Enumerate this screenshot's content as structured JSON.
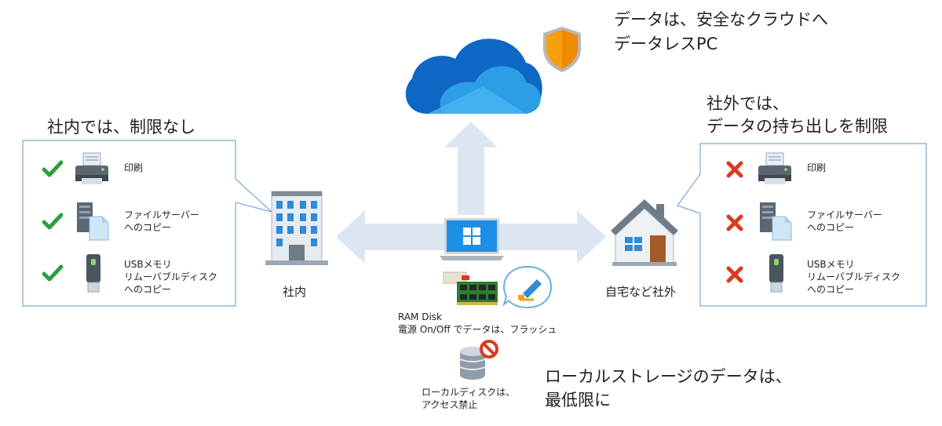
{
  "cloud": {
    "title_line1": "データは、安全なクラウドへ",
    "title_line2": "データレスPC"
  },
  "left_panel": {
    "heading": "社内では、制限なし",
    "items": [
      {
        "icon": "printer-icon",
        "status": "check-icon",
        "lines": [
          "印刷"
        ]
      },
      {
        "icon": "file-server-icon",
        "status": "check-icon",
        "lines": [
          "ファイルサーバー",
          "へのコピー"
        ]
      },
      {
        "icon": "usb-drive-icon",
        "status": "check-icon",
        "lines": [
          "USBメモリ",
          "リムーバブルディスク",
          "へのコピー"
        ]
      }
    ]
  },
  "right_panel": {
    "heading_line1": "社外では、",
    "heading_line2": "データの持ち出しを制限",
    "items": [
      {
        "icon": "printer-icon",
        "status": "cross-icon",
        "lines": [
          "印刷"
        ]
      },
      {
        "icon": "file-server-icon",
        "status": "cross-icon",
        "lines": [
          "ファイルサーバー",
          "へのコピー"
        ]
      },
      {
        "icon": "usb-drive-icon",
        "status": "cross-icon",
        "lines": [
          "USBメモリ",
          "リムーバブルディスク",
          "へのコピー"
        ]
      }
    ]
  },
  "office": {
    "label": "社内"
  },
  "home": {
    "label": "自宅など社外"
  },
  "ram_disk": {
    "line1": "RAM Disk",
    "line2": "電源 On/Off でデータは、フラッシュ"
  },
  "local_disk": {
    "line1": "ローカルディスクは、",
    "line2": "アクセス禁止"
  },
  "bottom_message": {
    "line1": "ローカルストレージのデータは、",
    "line2": "最低限に"
  },
  "colors": {
    "arrow": "#dce6f2",
    "check": "#2e9e3e",
    "cross": "#d83b1f",
    "cloud_dark": "#0a5db8",
    "cloud_light": "#29a3e8",
    "shield": "#f5a00f",
    "panel_border": "#7fa6cf"
  }
}
